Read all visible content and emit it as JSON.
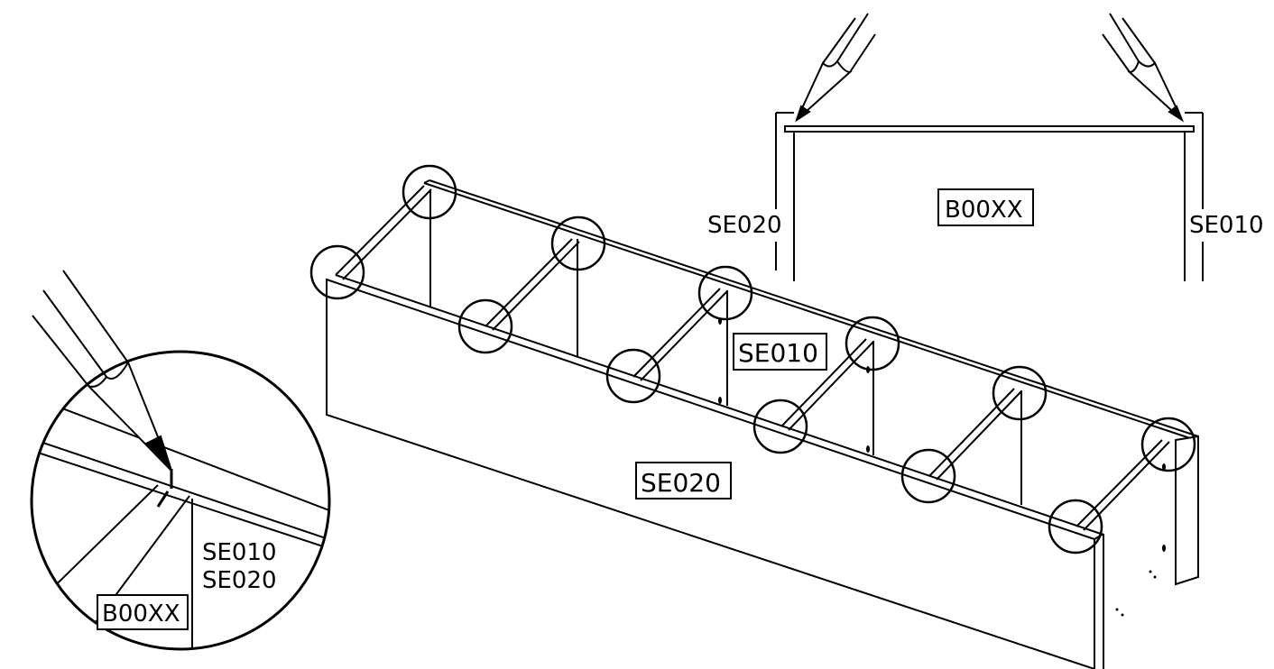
{
  "labels": {
    "top_left_panel": "SE020",
    "top_right_panel": "SE010",
    "top_shelf": "B00XX",
    "main_side_panel": "SE010",
    "main_front_panel": "SE020",
    "detail_panels_line1": "SE010",
    "detail_panels_line2": "SE020",
    "detail_shelf": "B00XX"
  },
  "colors": {
    "line": "#000000",
    "background": "#ffffff"
  },
  "icons": [
    "pencil-icon",
    "pencil-icon",
    "pencil-icon",
    "marking-circle",
    "detail-magnifier"
  ]
}
